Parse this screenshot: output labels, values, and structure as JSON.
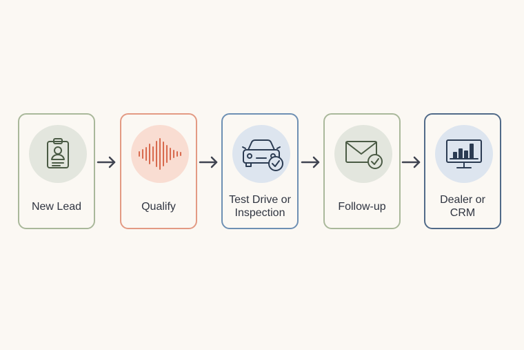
{
  "steps": [
    {
      "label": "New Lead",
      "icon": "clipboard-contact-icon",
      "border": "#a9b89a",
      "circle": "#e3e6de",
      "stroke": "#4a5a44"
    },
    {
      "label": "Qualify",
      "icon": "sound-wave-icon",
      "border": "#e39a83",
      "circle": "#f9ddd2",
      "stroke": "#d86a4e"
    },
    {
      "label": "Test Drive or Inspection",
      "icon": "car-check-icon",
      "border": "#6d8fb3",
      "circle": "#dde5ef",
      "stroke": "#2b3b52"
    },
    {
      "label": "Follow-up",
      "icon": "envelope-check-icon",
      "border": "#a9b89a",
      "circle": "#e3e6de",
      "stroke": "#4a5a44"
    },
    {
      "label": "Dealer or CRM",
      "icon": "monitor-chart-icon",
      "border": "#506a88",
      "circle": "#dde5ef",
      "stroke": "#2b3b52"
    }
  ],
  "arrow_color": "#3f4350"
}
